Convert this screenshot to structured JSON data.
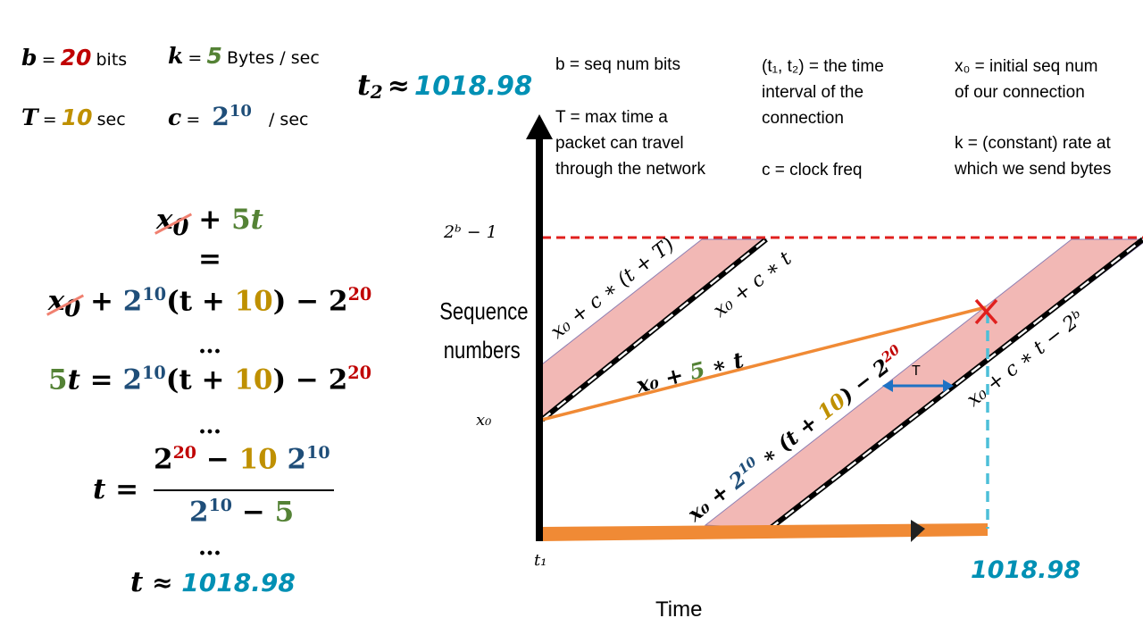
{
  "params": {
    "b_var": "b",
    "b_eq": "=",
    "b_value": "20",
    "b_unit": "bits",
    "k_var": "k",
    "k_eq": "=",
    "k_value": "5",
    "k_unit": "Bytes / sec",
    "T_var": "T",
    "T_eq": "=",
    "T_value": "10",
    "T_unit": "sec",
    "c_var": "c",
    "c_eq": "=",
    "c_base": "2",
    "c_exp": "10",
    "c_unit": "/ sec"
  },
  "result": {
    "var": "t",
    "sub": "2",
    "approx": "≈",
    "value": "1018.98"
  },
  "derivation": {
    "line1_x": "x",
    "line1_sub": "0",
    "line1_rest": "+ ",
    "line1_coef": "5",
    "line1_t": "t",
    "equals": "=",
    "line2_x": "x",
    "line2_sub": "0",
    "line2_plus": "+ ",
    "line2_base": "2",
    "line2_exp": "10",
    "line2_open": "(t + ",
    "line2_ten": "10",
    "line2_close": ") − ",
    "line2_base2": "2",
    "line2_exp2": "20",
    "dots": "…",
    "line3_coef": "5",
    "line3_t": "t = ",
    "line3_base": "2",
    "line3_exp": "10",
    "line3_open": "(t + ",
    "line3_ten": "10",
    "line3_close": ") − ",
    "line3_base2": "2",
    "line3_exp2": "20",
    "frac_lhs": "t =",
    "num_base": "2",
    "num_exp": "20",
    "num_minus": " − ",
    "num_ten": "10",
    "num_base2": " 2",
    "num_exp2": "10",
    "den_base": "2",
    "den_exp": "10",
    "den_minus": " − ",
    "den_five": "5",
    "final_t": "t",
    "final_approx": " ≈ ",
    "final_value": "1018.98"
  },
  "notes": {
    "b_note": "b = seq num bits",
    "T_note": "T = max time a\npacket can travel\nthrough the network",
    "t_interval": "(t₁, t₂) = the time\ninterval of the\nconnection",
    "c_note": "c = clock freq",
    "x0_note": "x₀ = initial seq num\nof our connection",
    "k_note": "k = (constant) rate at\nwhich we send bytes"
  },
  "chart": {
    "y_top_label": "2ᵇ − 1",
    "y_axis_title_line1": "Sequence",
    "y_axis_title_line2": "numbers",
    "y_x0_label": "x₀",
    "x_t1_label": "t₁",
    "x_axis_title": "Time",
    "x_result_label": "1018.98",
    "T_marker_label": "T",
    "upper_band_top_label": "x₀ + c ∗ (t + T)",
    "upper_band_line_label": "x₀ + c ∗ t",
    "lower_band_line_label": "x₀ + c ∗ t − 2ᵇ",
    "lower_band_top_prefix": "x₀ + ",
    "lower_band_top_base": "2",
    "lower_band_top_exp": "10",
    "lower_band_top_mid": " ∗ (t + ",
    "lower_band_top_ten": "10",
    "lower_band_top_close": ") − 2",
    "lower_band_top_exp2": "20",
    "send_line_prefix": "x₀ + ",
    "send_line_k": "5",
    "send_line_suffix": " ∗ t",
    "colors": {
      "red": "#c00000",
      "green": "#548235",
      "gold": "#bf9000",
      "navy": "#1f4e79",
      "cyan": "#0090b4",
      "orange": "#f08a35",
      "band": "#f2b8b5",
      "arrow_blue": "#1f72c4"
    }
  }
}
